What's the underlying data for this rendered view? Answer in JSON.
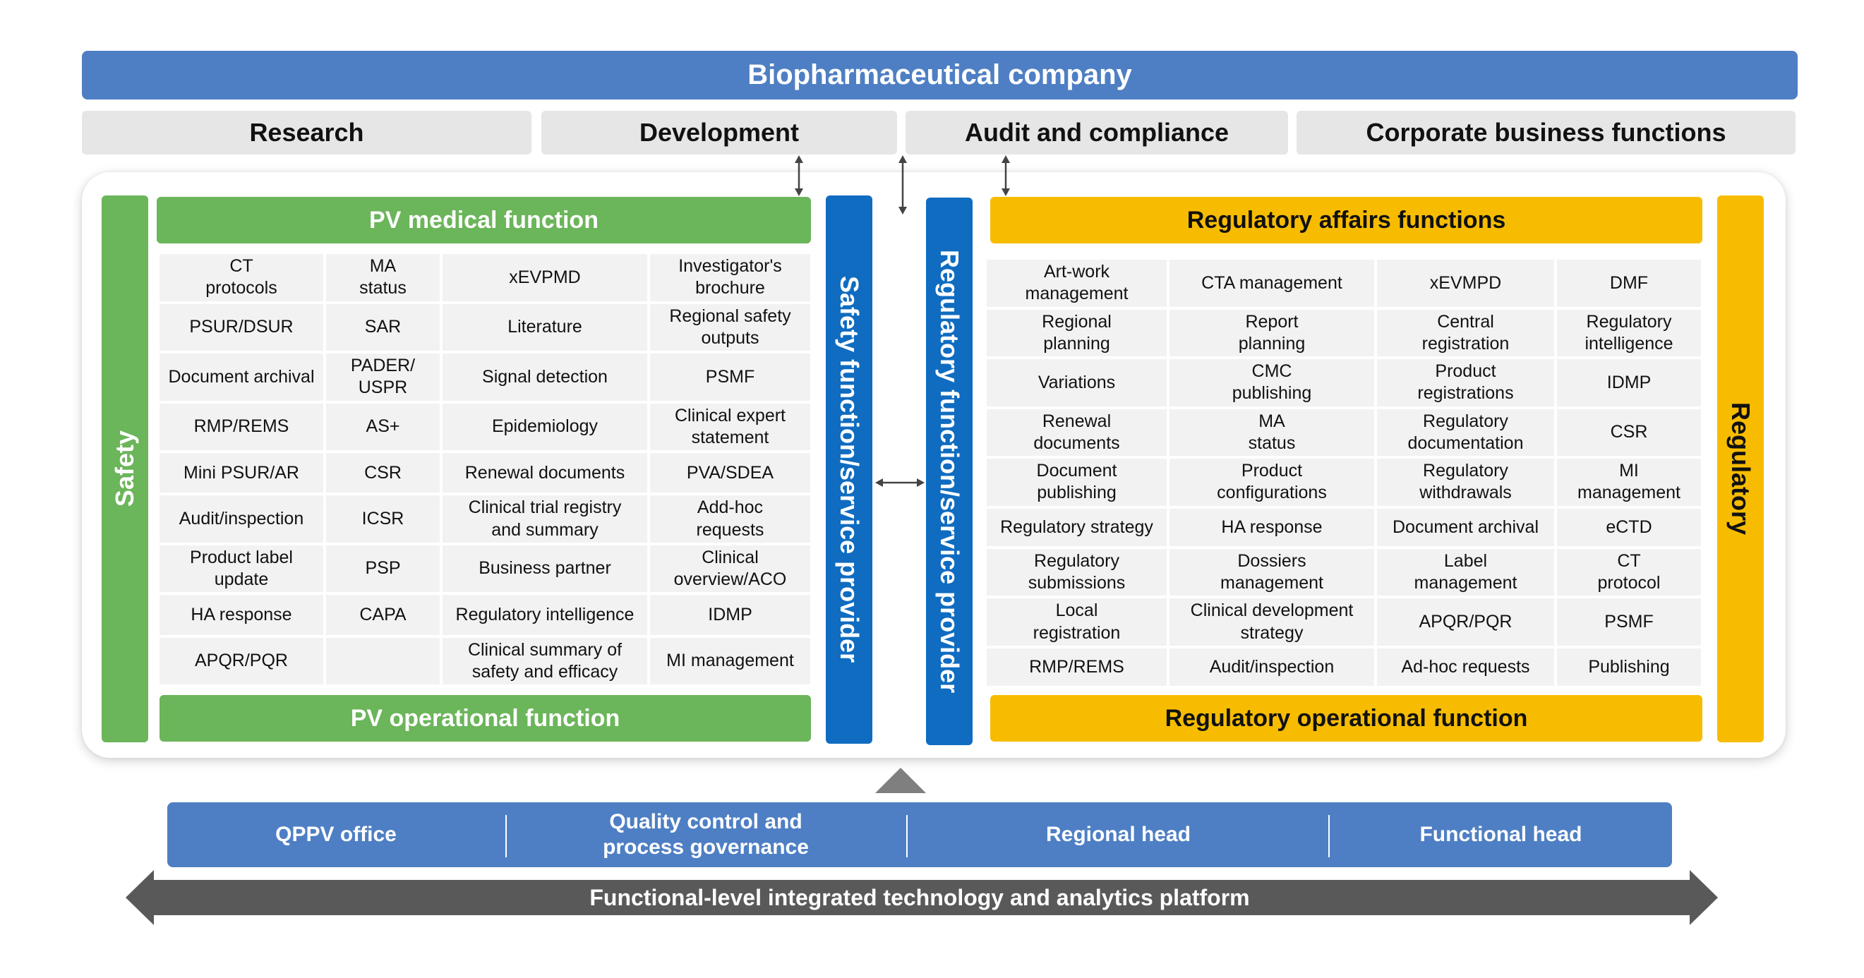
{
  "colors": {
    "blue": "#4e7fc4",
    "dark_blue": "#0f6cc0",
    "green": "#6bb55a",
    "gold": "#f7bc00",
    "cell_bg": "#f2f2f2",
    "dept_bg": "#e6e6e6",
    "dark_grey": "#595959"
  },
  "company": {
    "title": "Biopharmaceutical company"
  },
  "departments": [
    "Research",
    "Development",
    "Audit and compliance",
    "Corporate business functions"
  ],
  "safety": {
    "side_label": "Safety",
    "top_label": "PV medical function",
    "bottom_label": "PV operational function",
    "rows": [
      [
        "CT\nprotocols",
        "MA\nstatus",
        "xEVPMD",
        "Investigator's\nbrochure"
      ],
      [
        "PSUR/DSUR",
        "SAR",
        "Literature",
        "Regional safety\noutputs"
      ],
      [
        "Document archival",
        "PADER/\nUSPR",
        "Signal detection",
        "PSMF"
      ],
      [
        "RMP/REMS",
        "AS+",
        "Epidemiology",
        "Clinical expert\nstatement"
      ],
      [
        "Mini PSUR/AR",
        "CSR",
        "Renewal documents",
        "PVA/SDEA"
      ],
      [
        "Audit/inspection",
        "ICSR",
        "Clinical trial registry\nand summary",
        "Add-hoc\nrequests"
      ],
      [
        "Product label\nupdate",
        "PSP",
        "Business partner",
        "Clinical\noverview/ACO"
      ],
      [
        "HA response",
        "CAPA",
        "Regulatory intelligence",
        "IDMP"
      ],
      [
        "APQR/PQR",
        "",
        "Clinical summary of\nsafety and efficacy",
        "MI management"
      ]
    ]
  },
  "regulatory": {
    "side_label": "Regulatory",
    "top_label": "Regulatory affairs functions",
    "bottom_label": "Regulatory operational function",
    "rows": [
      [
        "Art-work\nmanagement",
        "CTA management",
        "xEVMPD",
        "DMF"
      ],
      [
        "Regional\nplanning",
        "Report\nplanning",
        "Central\nregistration",
        "Regulatory\nintelligence"
      ],
      [
        "Variations",
        "CMC\npublishing",
        "Product\nregistrations",
        "IDMP"
      ],
      [
        "Renewal\ndocuments",
        "MA\nstatus",
        "Regulatory\ndocumentation",
        "CSR"
      ],
      [
        "Document\npublishing",
        "Product\nconfigurations",
        "Regulatory\nwithdrawals",
        "MI\nmanagement"
      ],
      [
        "Regulatory strategy",
        "HA response",
        "Document archival",
        "eCTD"
      ],
      [
        "Regulatory\nsubmissions",
        "Dossiers\nmanagement",
        "Label\nmanagement",
        "CT\nprotocol"
      ],
      [
        "Local\nregistration",
        "Clinical development\nstrategy",
        "APQR/PQR",
        "PSMF"
      ],
      [
        "RMP/REMS",
        "Audit/inspection",
        "Ad-hoc requests",
        "Publishing"
      ]
    ]
  },
  "providers": {
    "safety": "Safety function/service provider",
    "regulatory": "Regulatory function/service provider"
  },
  "bottom": {
    "items": [
      "QPPV office",
      "Quality control and\nprocess governance",
      "Regional head",
      "Functional head"
    ],
    "platform": "Functional-level integrated technology and analytics platform"
  }
}
